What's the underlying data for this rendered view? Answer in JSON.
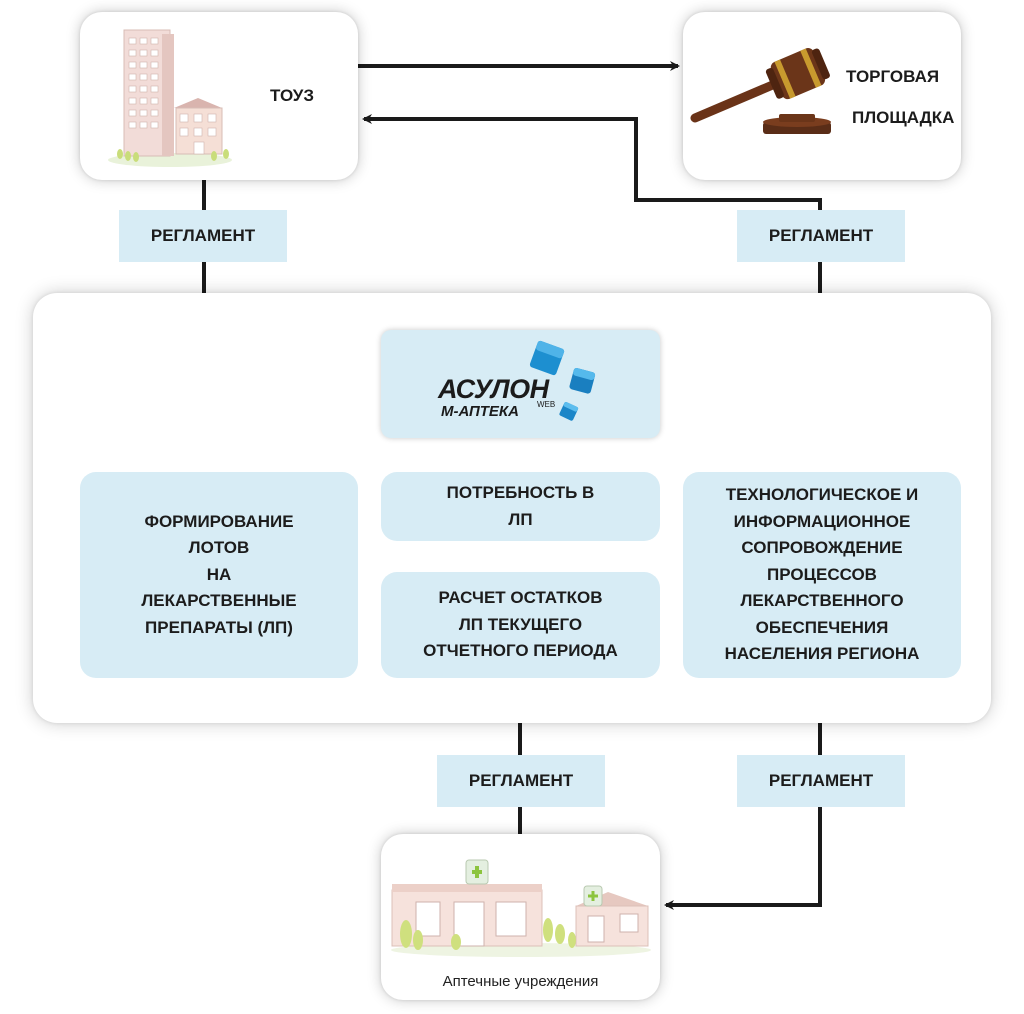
{
  "nodes": {
    "touz": {
      "label": "ТОУЗ"
    },
    "trading": {
      "line1": "ТОРГОВАЯ",
      "line2": "ПЛОЩАДКА"
    },
    "pharmacies": {
      "label": "Аптечные учреждения"
    }
  },
  "logo": {
    "line1": "АСУЛОН",
    "line2": "М-АПТЕКА",
    "sup": "WEB"
  },
  "boxes": {
    "formation": [
      "ФОРМИРОВАНИЕ",
      "ЛОТОВ",
      "НА",
      "ЛЕКАРСТВЕННЫЕ",
      "ПРЕПАРАТЫ (ЛП)"
    ],
    "need": [
      "ПОТРЕБНОСТЬ В",
      "ЛП"
    ],
    "calc": [
      "РАСЧЕТ ОСТАТКОВ",
      "ЛП ТЕКУЩЕГО",
      "ОТЧЕТНОГО ПЕРИОДА"
    ],
    "support": [
      "ТЕХНОЛОГИЧЕСКОЕ И",
      "ИНФОРМАЦИОННОЕ",
      "СОПРОВОЖДЕНИЕ",
      "ПРОЦЕССОВ",
      "ЛЕКАРСТВЕННОГО",
      "ОБЕСПЕЧЕНИЯ",
      "НАСЕЛЕНИЯ РЕГИОНА"
    ]
  },
  "regulation_labels": {
    "top_left": "РЕГЛАМЕНТ",
    "top_right": "РЕГЛАМЕНТ",
    "bottom_left": "РЕГЛАМЕНТ",
    "bottom_right": "РЕГЛАМЕНТ"
  },
  "colors": {
    "box_fill": "#d7ecf5",
    "line": "#1a1a1a",
    "logo_blue": "#1d8fd0"
  }
}
